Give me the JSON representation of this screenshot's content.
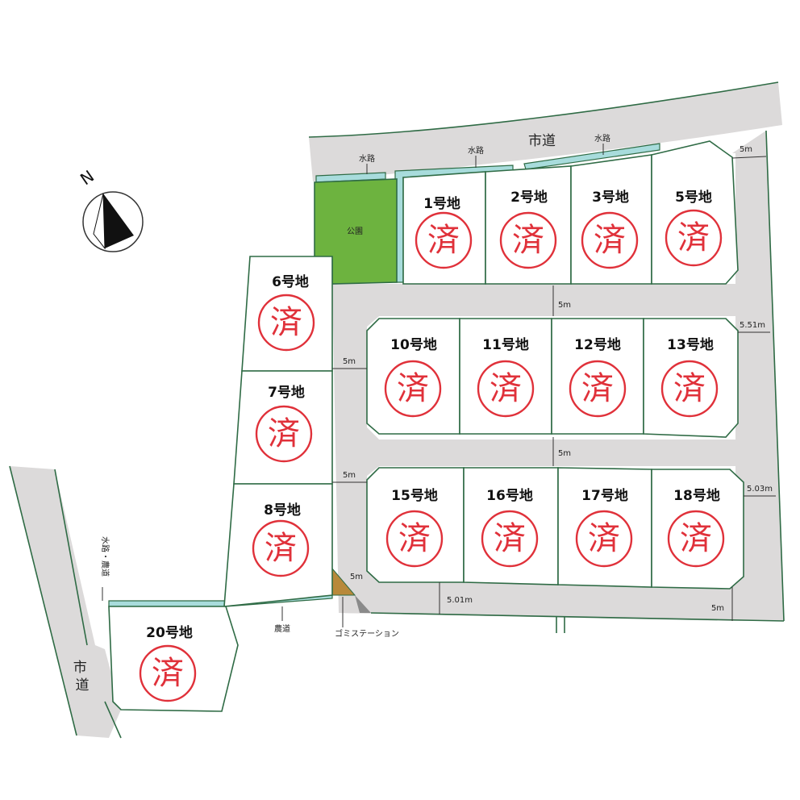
{
  "compass": {
    "label": "N"
  },
  "roads": {
    "north": "市道",
    "west": "市道"
  },
  "waterways": [
    "水路",
    "水路",
    "水路"
  ],
  "waterway_farm": "水路・農道",
  "farm_road": "農道",
  "park": "公園",
  "garbage_station": "ゴミステーション",
  "widths": [
    "5m",
    "5m",
    "5.51m",
    "5m",
    "5m",
    "5.03m",
    "5m",
    "5.01m",
    "5m"
  ],
  "sold_mark": "済",
  "lots": [
    {
      "label": "1号地",
      "status": "sold"
    },
    {
      "label": "2号地",
      "status": "sold"
    },
    {
      "label": "3号地",
      "status": "sold"
    },
    {
      "label": "5号地",
      "status": "sold"
    },
    {
      "label": "6号地",
      "status": "sold"
    },
    {
      "label": "7号地",
      "status": "sold"
    },
    {
      "label": "8号地",
      "status": "sold"
    },
    {
      "label": "10号地",
      "status": "sold"
    },
    {
      "label": "11号地",
      "status": "sold"
    },
    {
      "label": "12号地",
      "status": "sold"
    },
    {
      "label": "13号地",
      "status": "sold"
    },
    {
      "label": "15号地",
      "status": "sold"
    },
    {
      "label": "16号地",
      "status": "sold"
    },
    {
      "label": "17号地",
      "status": "sold"
    },
    {
      "label": "18号地",
      "status": "sold"
    },
    {
      "label": "20号地",
      "status": "sold"
    }
  ],
  "colors": {
    "road": "#dcdada",
    "lot_border": "#2f6b45",
    "park": "#6db33f",
    "water": "#a8dcdc",
    "stamp": "#e0313a",
    "garbage_station": "#b8893a"
  }
}
